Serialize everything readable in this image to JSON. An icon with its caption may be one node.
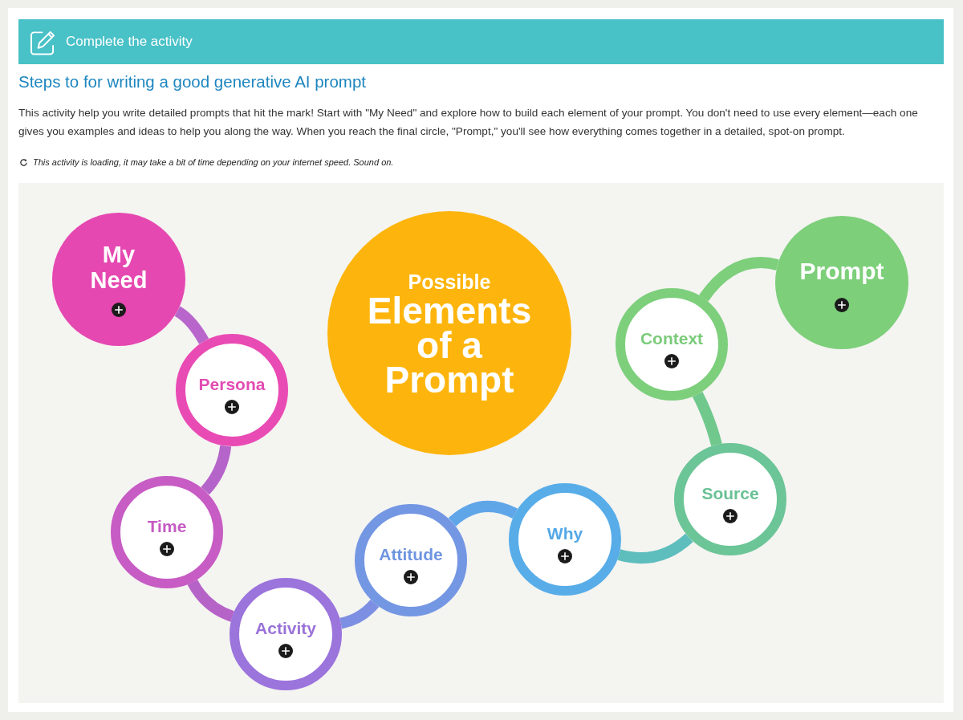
{
  "diagram": {
    "title": "Steps to for writing a good generative AI prompt",
    "nodes": [
      {
        "text": [
          "My Need"
        ]
      },
      {
        "text": [
          "Persona"
        ]
      },
      {
        "text": [
          "Time"
        ]
      },
      {
        "text": [
          "Activity"
        ]
      },
      {
        "text": [
          "Attitude"
        ]
      },
      {
        "text": [
          "Why"
        ]
      },
      {
        "text": [
          "Source"
        ]
      },
      {
        "text": [
          "Context"
        ]
      },
      {
        "text": [
          "Prompt"
        ]
      },
      {
        "text": [
          "Possible",
          "Elements of a Prompt"
        ]
      }
    ],
    "edges": [
      {
        "from": 0,
        "to": 1,
        "arrow": "none",
        "color": "#b866cc"
      },
      {
        "from": 1,
        "to": 2,
        "arrow": "none",
        "color": "#b564c9"
      },
      {
        "from": 2,
        "to": 3,
        "arrow": "none",
        "color": "#b663c8"
      },
      {
        "from": 3,
        "to": 4,
        "arrow": "none",
        "color": "#7d8fe2"
      },
      {
        "from": 4,
        "to": 5,
        "arrow": "none",
        "color": "#5fa6e8"
      },
      {
        "from": 5,
        "to": 6,
        "arrow": "none",
        "color": "#5ebdbd"
      },
      {
        "from": 6,
        "to": 7,
        "arrow": "none",
        "color": "#70c88d"
      },
      {
        "from": 7,
        "to": 8,
        "arrow": "none",
        "color": "#7dcf7c"
      }
    ],
    "labels": [
      "Complete the activity",
      "This activity help you write detailed prompts that hit the mark! Start with \"My Need\" and explore how to build each element of your prompt. You don't need to use every element—each one gives you examples and ideas to help you along the way. When you reach the final circle, \"Prompt,\" you'll see how everything comes together in a detailed, spot-on prompt.",
      "This activity is loading, it may take a bit of time depending on your internet speed. Sound on."
    ]
  }
}
